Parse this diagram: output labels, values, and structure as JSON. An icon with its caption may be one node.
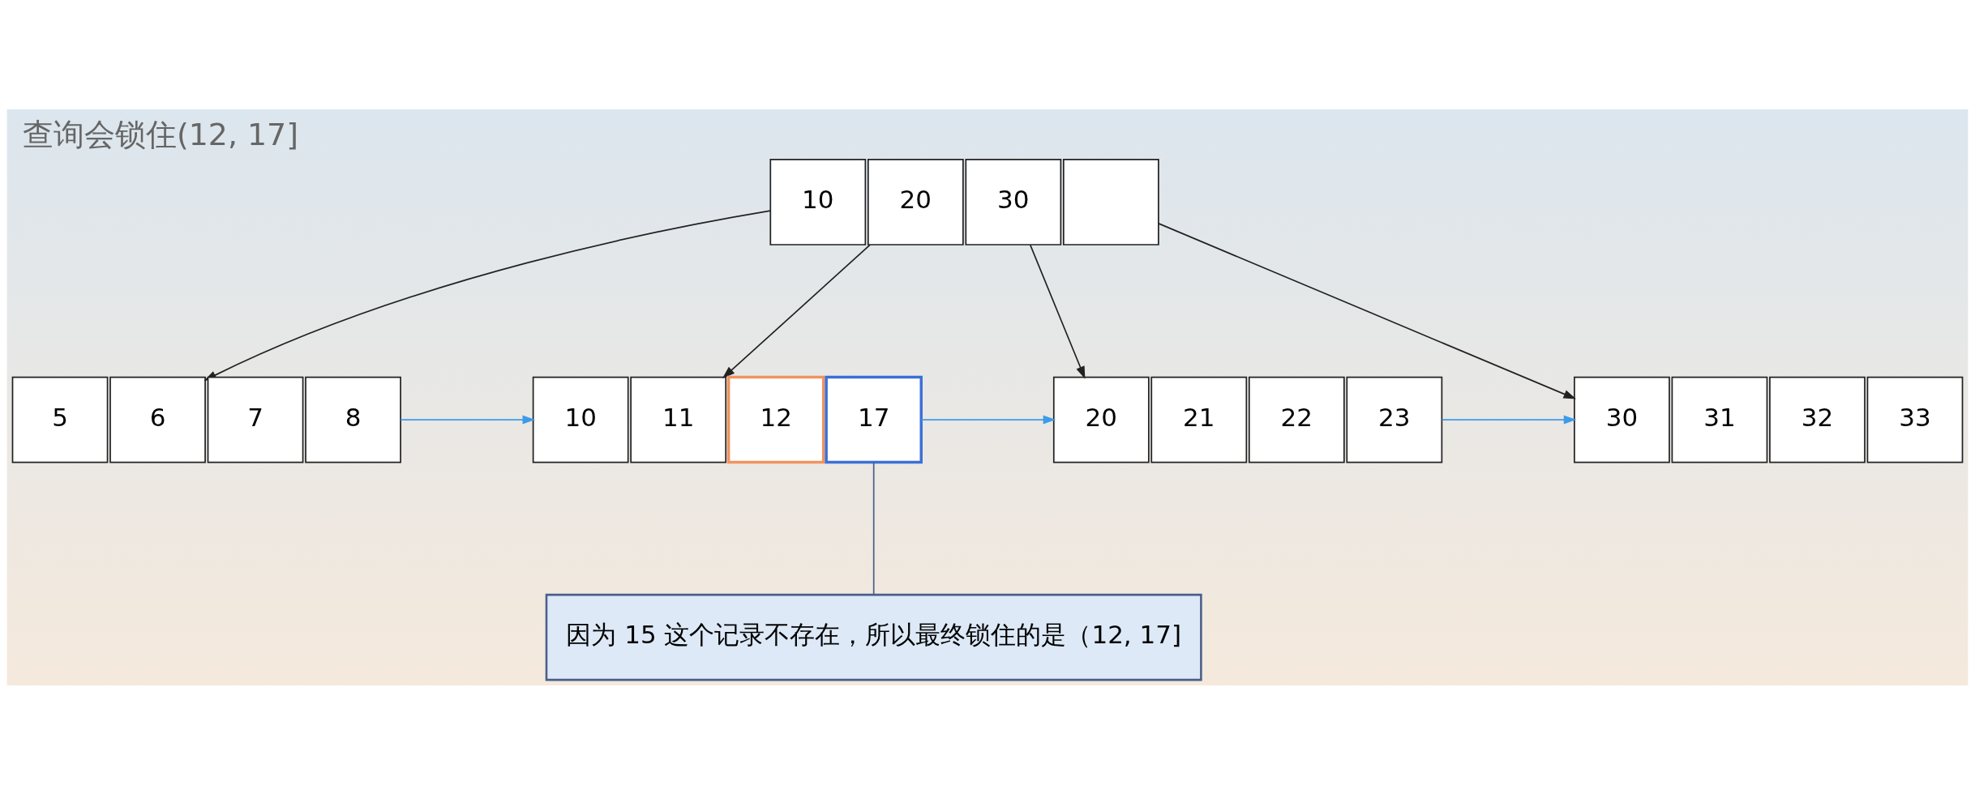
{
  "diagram": {
    "title": "查询会锁住(12, 17]",
    "nodes": [
      {
        "text": [
          "10"
        ]
      },
      {
        "text": [
          "20"
        ]
      },
      {
        "text": [
          "30"
        ]
      },
      {
        "text": [],
        "shape": "box"
      },
      {
        "text": [
          "5"
        ]
      },
      {
        "text": [
          "6"
        ]
      },
      {
        "text": [
          "7"
        ]
      },
      {
        "text": [
          "8"
        ]
      },
      {
        "text": [
          "10"
        ]
      },
      {
        "text": [
          "11"
        ]
      },
      {
        "text": [
          "12"
        ]
      },
      {
        "text": [
          "17"
        ]
      },
      {
        "text": [
          "20"
        ]
      },
      {
        "text": [
          "21"
        ]
      },
      {
        "text": [
          "22"
        ]
      },
      {
        "text": [
          "23"
        ]
      },
      {
        "text": [
          "30"
        ]
      },
      {
        "text": [
          "31"
        ]
      },
      {
        "text": [
          "32"
        ]
      },
      {
        "text": [
          "33"
        ]
      },
      {
        "text": [
          "因为 15 这个记录不存在，所以最终锁住的是（12, 17]"
        ]
      }
    ],
    "edges": [
      {
        "from": 0,
        "to": 5,
        "arrow": "to"
      },
      {
        "from": 1,
        "to": 9,
        "arrow": "to"
      },
      {
        "from": 2,
        "to": 12,
        "arrow": "to"
      },
      {
        "from": 3,
        "to": 16,
        "arrow": "to"
      },
      {
        "from": 7,
        "to": 8,
        "arrow": "to",
        "color": "#3d9be9"
      },
      {
        "from": 11,
        "to": 12,
        "arrow": "to",
        "color": "#3d9be9"
      },
      {
        "from": 15,
        "to": 16,
        "arrow": "to",
        "color": "#3d9be9"
      },
      {
        "from": 11,
        "to": 20,
        "arrow": "none",
        "color": "#4a5f8a"
      }
    ]
  }
}
